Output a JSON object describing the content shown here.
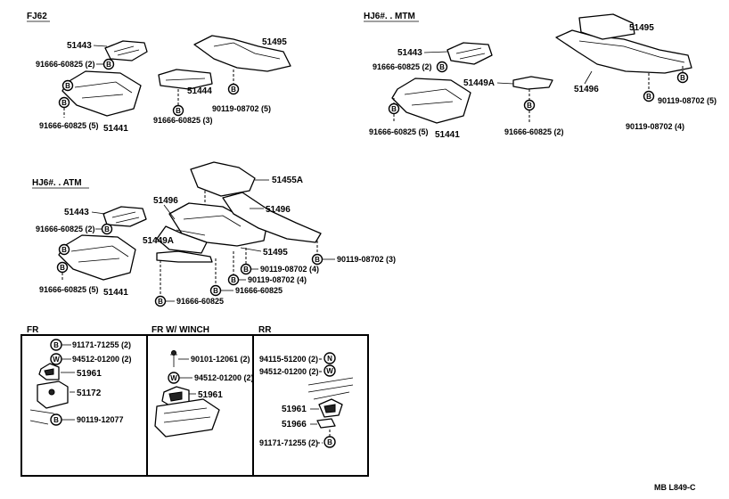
{
  "sections": {
    "fj62": "FJ62",
    "hj_mtm": "HJ6#. . MTM",
    "hj_atm": "HJ6#. . ATM",
    "fr": "FR",
    "fr_winch": "FR  W/ WINCH",
    "rr": "RR"
  },
  "fj62": {
    "p51443": "51443",
    "p91666_2": "91666-60825 (2)",
    "p51495": "51495",
    "p51444": "51444",
    "p90119_5": "90119-08702 (5)",
    "p91666_3": "91666-60825 (3)",
    "p91666_5": "91666-60825 (5)",
    "p51441": "51441"
  },
  "hj_mtm": {
    "p51443": "51443",
    "p91666_2": "91666-60825 (2)",
    "p51449a": "51449A",
    "p51495": "51495",
    "p51496": "51496",
    "p90119_5": "90119-08702 (5)",
    "p90119_4": "90119-08702 (4)",
    "p91666_5": "91666-60825 (5)",
    "p51441": "51441",
    "p91666_2b": "91666-60825 (2)"
  },
  "hj_atm": {
    "p51455a": "51455A",
    "p51443": "51443",
    "p51496a": "51496",
    "p51496b": "51496",
    "p91666_2": "91666-60825 (2)",
    "p51449a": "51449A",
    "p51495": "51495",
    "p90119_3": "90119-08702 (3)",
    "p90119_4a": "90119-08702 (4)",
    "p90119_4b": "90119-08702 (4)",
    "p91666_5": "91666-60825 (5)",
    "p51441": "51441",
    "p91666_a": "91666-60825",
    "p91666_b": "91666-60825"
  },
  "fr": {
    "p91171": "91171-71255 (2)",
    "p94512": "94512-01200 (2)",
    "p51961": "51961",
    "p51172": "51172",
    "p90119": "90119-12077"
  },
  "fr_winch": {
    "p90101": "90101-12061 (2)",
    "p94512": "94512-01200 (2)",
    "p51961": "51961"
  },
  "rr": {
    "p94115": "94115-51200 (2)",
    "p94512": "94512-01200 (2)",
    "p51961": "51961",
    "p51966": "51966",
    "p91171": "91171-71255 (2)"
  },
  "symbols": {
    "B": "B",
    "W": "W",
    "N": "N"
  },
  "footer_code": "MB  L849-C"
}
